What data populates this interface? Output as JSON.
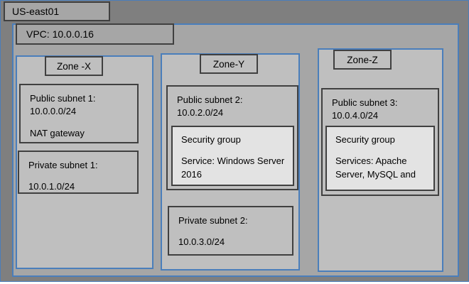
{
  "diagram": {
    "type": "cloud-network-architecture",
    "region": {
      "label": "US-east01",
      "color": "#7f7f7f"
    },
    "vpc": {
      "label": "VPC: 10.0.0.16",
      "color": "#a6a6a6"
    },
    "border_color": "#4a7ebb",
    "zone_color": "#bfbfbf",
    "security_group_color": "#e3e3e3",
    "zones": [
      {
        "label": "Zone -X",
        "subnets": [
          {
            "name": "Public subnet 1:",
            "cidr": "10.0.0.0/24",
            "service": "NAT gateway",
            "security_group": null
          },
          {
            "name": "Private subnet 1:",
            "cidr": "10.0.1.0/24",
            "service": null,
            "security_group": null
          }
        ]
      },
      {
        "label": "Zone-Y",
        "subnets": [
          {
            "name": "Public subnet 2:",
            "cidr": "10.0.2.0/24",
            "service": null,
            "security_group": {
              "title": "Security group",
              "detail": "Service: Windows Server 2016"
            }
          },
          {
            "name": "Private subnet 2:",
            "cidr": "10.0.3.0/24",
            "service": null,
            "security_group": null
          }
        ]
      },
      {
        "label": "Zone-Z",
        "subnets": [
          {
            "name": "Public subnet 3:",
            "cidr": "10.0.4.0/24",
            "service": null,
            "security_group": {
              "title": "Security group",
              "detail": "Services: Apache Server, MySQL and"
            }
          }
        ]
      }
    ]
  }
}
